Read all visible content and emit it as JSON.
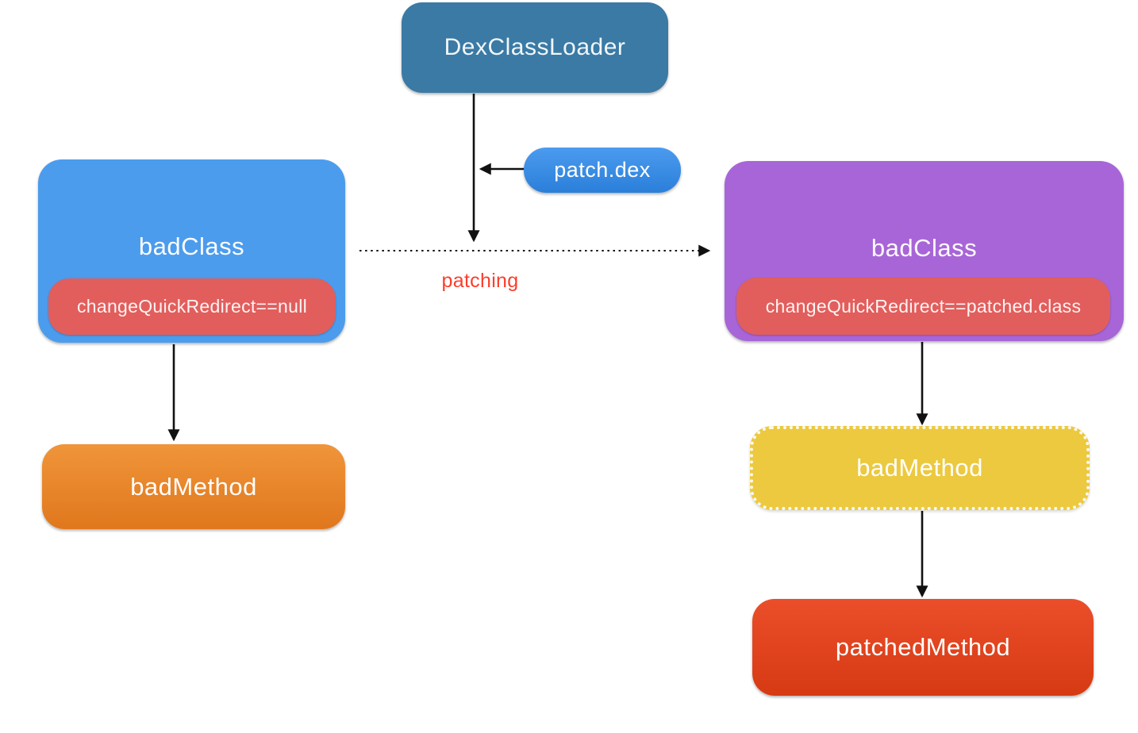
{
  "colors": {
    "background": "#ffffff",
    "arrow": "#111111"
  },
  "nodes": {
    "dex_class_loader": {
      "label": "DexClassLoader",
      "fill": "#3a7aa5",
      "text_color": "#f2f6f8"
    },
    "patch_dex": {
      "label": "patch.dex",
      "fill_top": "#4b9bef",
      "fill_bottom": "#2b7fd9",
      "text_color": "#ffffff"
    },
    "bad_class_before": {
      "label": "badClass",
      "fill": "#4c9ced",
      "text_color": "#fdfdfd",
      "field": {
        "label": "changeQuickRedirect==null",
        "fill": "#e25e5c",
        "text_color": "#fdf3f3"
      }
    },
    "bad_class_after": {
      "label": "badClass",
      "fill": "#a865d8",
      "text_color": "#fdfdfd",
      "field": {
        "label": "changeQuickRedirect==patched.class",
        "fill": "#e25e5c",
        "text_color": "#fdf3f3"
      }
    },
    "bad_method_before": {
      "label": "badMethod",
      "fill_top": "#f0953a",
      "fill_bottom": "#e0771d",
      "text_color": "#ffffff"
    },
    "bad_method_after": {
      "label": "badMethod",
      "fill": "#ecc93e",
      "text_color": "#fefefe"
    },
    "patched_method": {
      "label": "patchedMethod",
      "fill_top": "#eb4e2a",
      "fill_bottom": "#d63a13",
      "text_color": "#ffffff"
    }
  },
  "labels": {
    "patching": {
      "text": "patching",
      "color": "#fb3e2c"
    }
  },
  "edges": [
    {
      "from": "dex_class_loader",
      "to": "patching_line",
      "style": "solid-arrow-down"
    },
    {
      "from": "patch_dex",
      "to": "dex_class_loader_line",
      "style": "solid-arrow-left"
    },
    {
      "from": "bad_class_before",
      "to": "bad_class_after",
      "style": "dotted-arrow-right",
      "label": "patching"
    },
    {
      "from": "bad_class_before",
      "to": "bad_method_before",
      "style": "solid-arrow-down"
    },
    {
      "from": "bad_class_after",
      "to": "bad_method_after",
      "style": "solid-arrow-down"
    },
    {
      "from": "bad_method_after",
      "to": "patched_method",
      "style": "solid-arrow-down"
    }
  ]
}
